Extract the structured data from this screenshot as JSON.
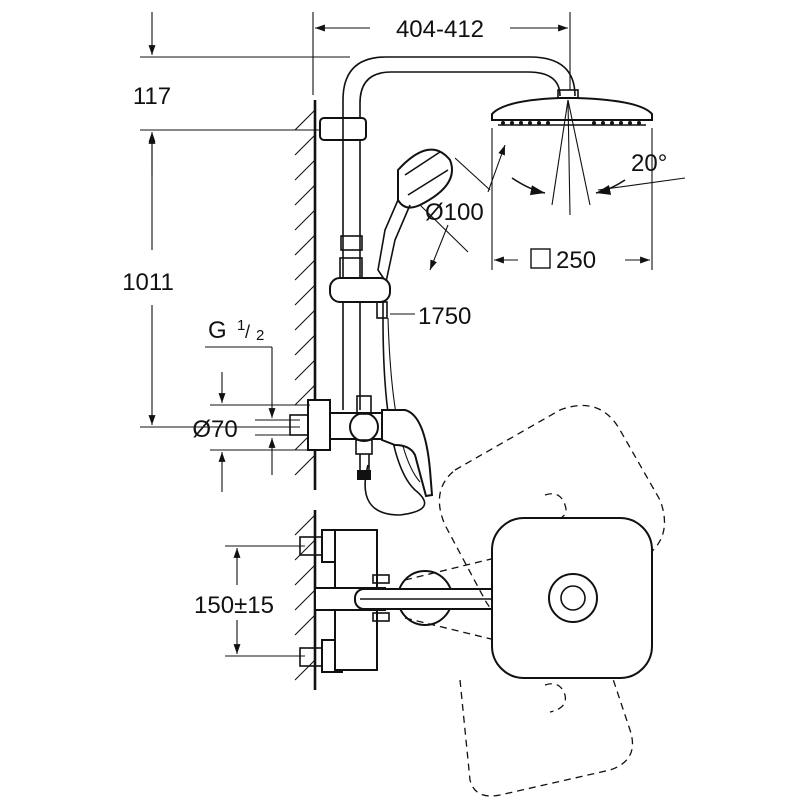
{
  "drawing": {
    "dimensions": {
      "top_width": "404-412",
      "top_offset": "117",
      "height": "1011",
      "thread_g": "G",
      "thread_num": "1",
      "thread_den": "2",
      "flange_dia": "Ø70",
      "spray_angle": "20°",
      "handshower_dia": "Ø100",
      "head_size": "250",
      "hose_length": "1750",
      "inlet_spacing": "150±15"
    }
  }
}
